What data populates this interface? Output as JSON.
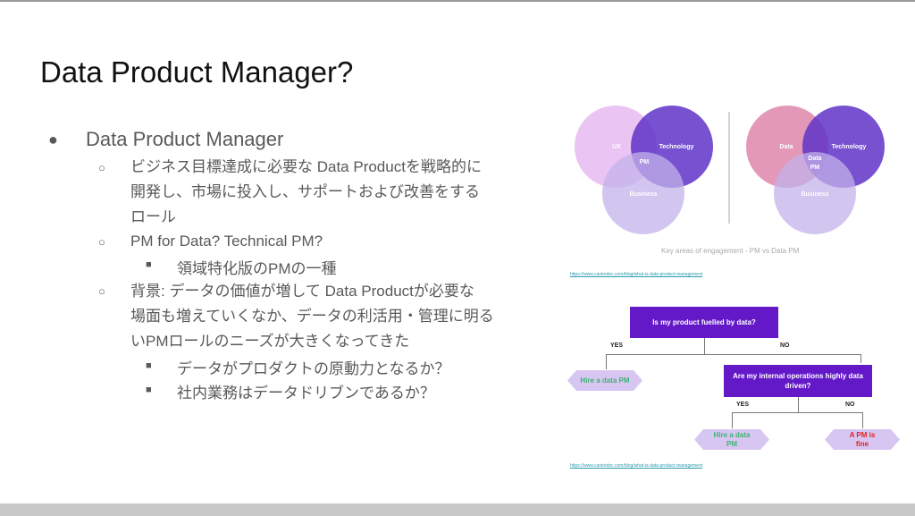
{
  "title": "Data Product Manager?",
  "bullets": {
    "l1": "Data Product Manager",
    "a1": "ビジネス目標達成に必要な Data Productを戦略的に",
    "a2": "開発し、市場に投入し、サポートおよび改善をする",
    "a3": "ロール",
    "b": "PM for Data? Technical PM?",
    "b1": "領域特化版のPMの一種",
    "c1": "背景: データの価値が増して Data Productが必要な",
    "c2": "場面も増えていくなか、データの利活用・管理に明る",
    "c3": "いPMロールのニーズが大きくなってきた",
    "c_sub1": "データがプロダクトの原動力となるか？",
    "c_sub2": "社内業務はデータドリブンであるか？"
  },
  "venn": {
    "left": {
      "a": "UX",
      "b": "Technology",
      "c": "Business",
      "center": "PM"
    },
    "right": {
      "a": "Data",
      "b": "Technology",
      "c": "Business",
      "center1": "Data",
      "center2": "PM"
    },
    "caption": "Key areas of engagement - PM vs Data PM",
    "link": "https://www.castordoc.com/blog/what-is-data-product-management"
  },
  "flow": {
    "q1": "Is my product fuelled by data?",
    "yes1": "YES",
    "no1": "NO",
    "hire1": "Hire a data PM",
    "q2": "Are my internal operations highly data driven?",
    "yes2": "YES",
    "no2": "NO",
    "hire2": "Hire a data PM",
    "fine": "A PM is fine",
    "link": "https://www.castordoc.com/blog/what-is-data-product-management"
  }
}
